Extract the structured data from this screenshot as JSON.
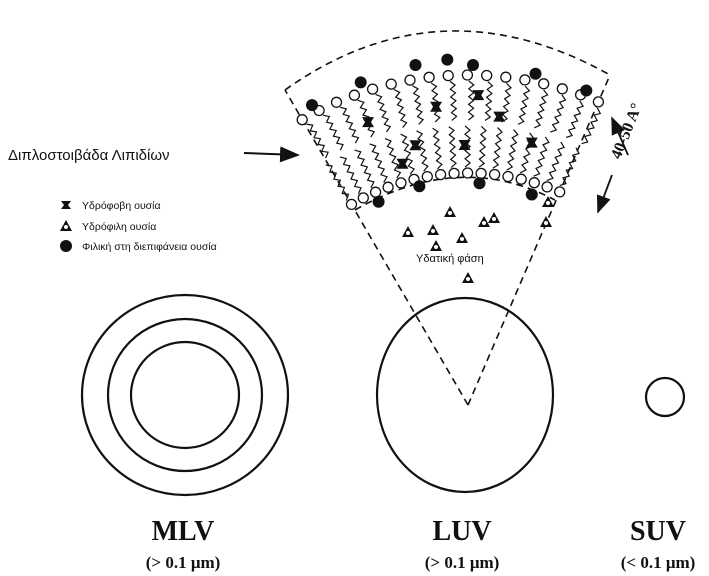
{
  "labels": {
    "bilayer": "Διπλοστοιβάδα Λιπιδίων",
    "thickness": "40-50 A°",
    "aqueous": "Υδατική φάση"
  },
  "legend": {
    "hydrophobic": "Υδρόφοβη ουσία",
    "hydrophilic": "Υδρόφιλη ουσία",
    "interfacial": "Φιλική στη διεπιφάνεια ουσία"
  },
  "vesicles": [
    {
      "name": "MLV",
      "size": "(> 0.1 μm)"
    },
    {
      "name": "LUV",
      "size": "(> 0.1 μm)"
    },
    {
      "name": "SUV",
      "size": "(< 0.1 μm)"
    }
  ]
}
